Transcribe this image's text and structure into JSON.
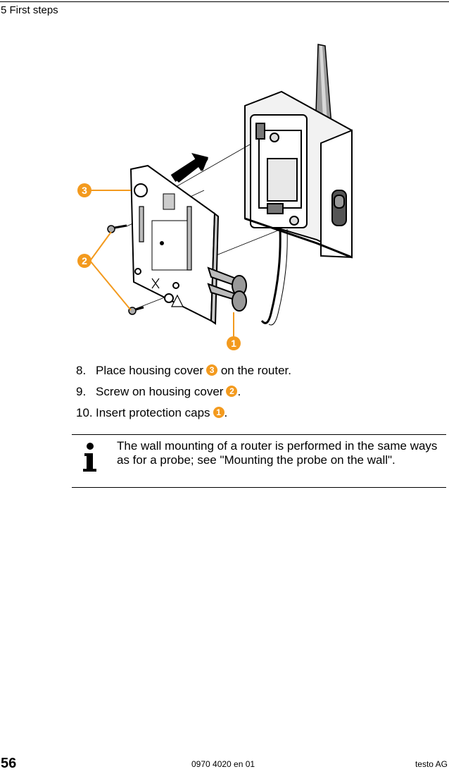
{
  "header": {
    "section": "5 First steps"
  },
  "figure": {
    "callouts": [
      "3",
      "2",
      "1"
    ]
  },
  "steps": [
    {
      "number": "8.",
      "text_before": "Place housing cover",
      "badge": "3",
      "text_after": " on the router."
    },
    {
      "number": "9.",
      "text_before": "Screw on housing cover",
      "badge": "2",
      "text_after": "."
    },
    {
      "number": "10.",
      "text_before": "Insert protection caps",
      "badge": "1",
      "text_after": "."
    }
  ],
  "note": {
    "icon": "info-icon",
    "text": "The wall mounting of a router is performed in the same ways as for a probe; see \"Mounting the probe on the wall\"."
  },
  "footer": {
    "page_number": "56",
    "doc_number": "0970 4020 en 01",
    "company": "testo AG"
  },
  "colors": {
    "callout": "#f39a1e"
  }
}
